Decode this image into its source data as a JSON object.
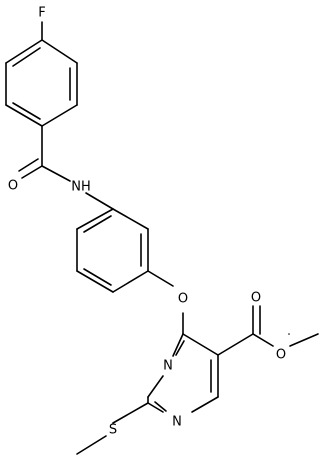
{
  "molecule": {
    "atoms": {
      "fluorine": "F",
      "carbonyl_oxygen": "O",
      "amide_nh": "NH",
      "ether_oxygen": "O",
      "ester_carbonyl_oxygen": "O",
      "ester_oxygen": "O",
      "pyrimidine_n3": "N",
      "pyrimidine_n1": "N",
      "sulfur": "S"
    },
    "bond_color": "#000000",
    "background_color": "#ffffff"
  }
}
